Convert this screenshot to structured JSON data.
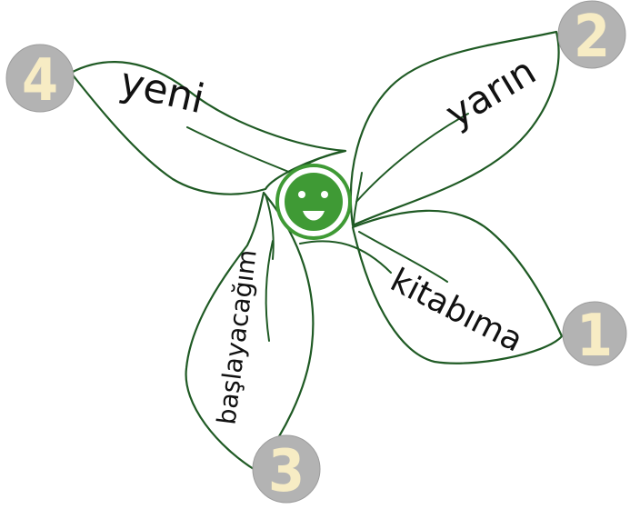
{
  "leaves": [
    {
      "number": "1",
      "word": "kitabıma"
    },
    {
      "number": "2",
      "word": "yarın"
    },
    {
      "number": "3",
      "word": "başlayacağım"
    },
    {
      "number": "4",
      "word": "yeni"
    }
  ],
  "center": {
    "icon": "smiley-face-icon"
  },
  "colors": {
    "leaf_stroke": "#1f5a24",
    "smiley_green": "#3f9a35",
    "badge_fill": "#b3b3b3",
    "badge_text": "#f7ecc4"
  }
}
